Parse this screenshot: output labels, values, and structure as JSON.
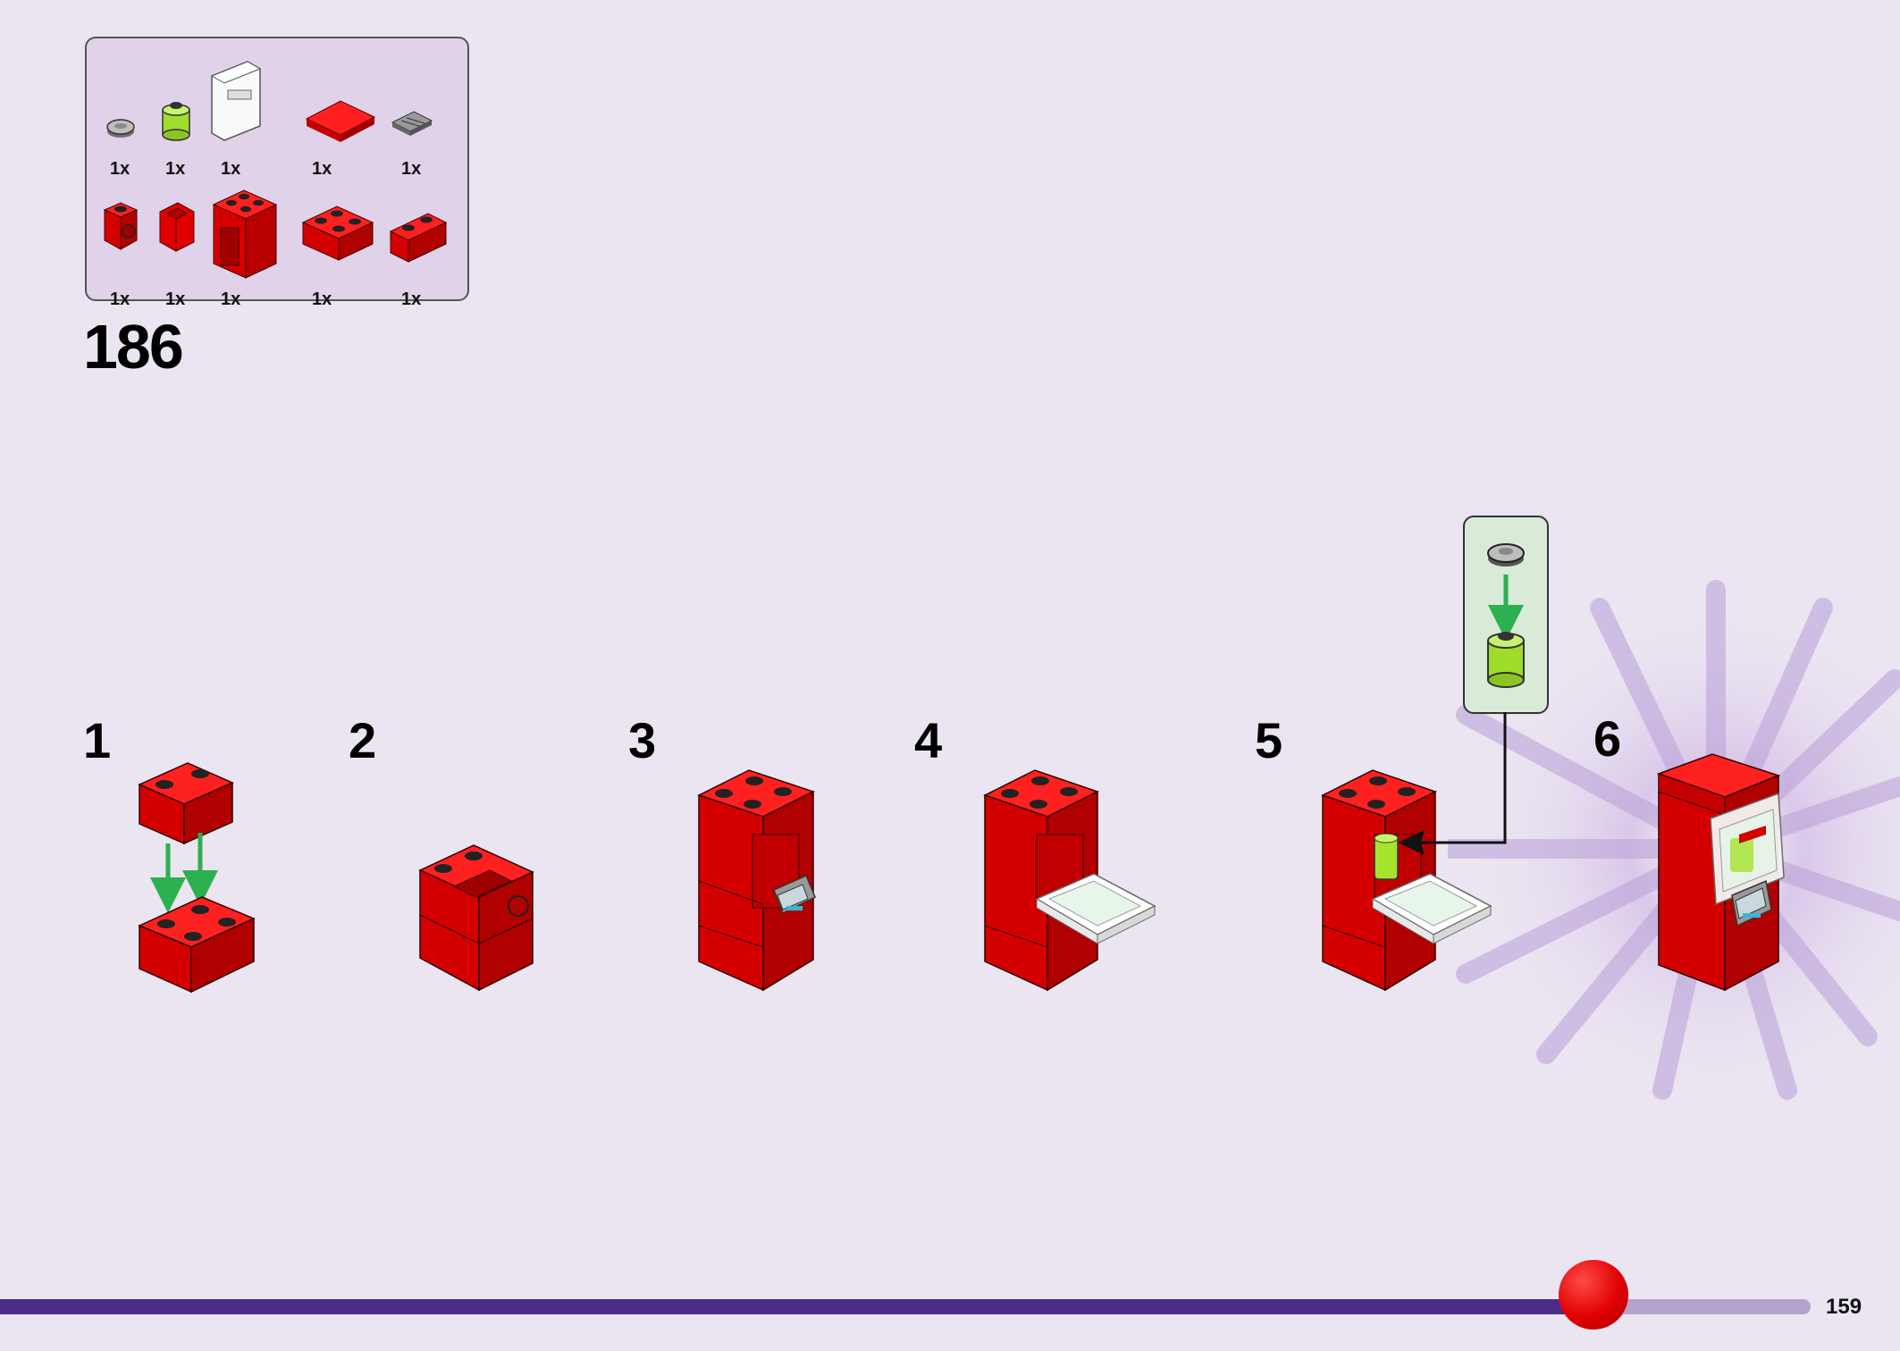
{
  "parts_list": {
    "row1": [
      {
        "qty": "1x",
        "icon": "round-tile-grey-icon"
      },
      {
        "qty": "1x",
        "icon": "round-brick-lime-icon"
      },
      {
        "qty": "1x",
        "icon": "white-panel-icon"
      },
      {
        "qty": "1x",
        "icon": "red-tile-2x2-icon"
      },
      {
        "qty": "1x",
        "icon": "grey-keypad-tile-icon"
      }
    ],
    "row2": [
      {
        "qty": "1x",
        "icon": "red-brick-1x1-side-stud-icon"
      },
      {
        "qty": "1x",
        "icon": "red-corner-panel-icon"
      },
      {
        "qty": "1x",
        "icon": "red-container-2x2x2-icon"
      },
      {
        "qty": "1x",
        "icon": "red-brick-2x2-icon"
      },
      {
        "qty": "1x",
        "icon": "red-brick-1x2-icon"
      }
    ]
  },
  "step_number": "186",
  "substeps": [
    "1",
    "2",
    "3",
    "4",
    "5",
    "6"
  ],
  "page_number": "159",
  "progress": {
    "fraction": 0.88
  },
  "colors": {
    "background": "#ebe5f1",
    "brick_red": "#d90000",
    "lime": "#a6e22e",
    "arrow_green": "#2db04f",
    "progress_dark": "#4b2c8a",
    "progress_light": "#b2a2cc"
  }
}
